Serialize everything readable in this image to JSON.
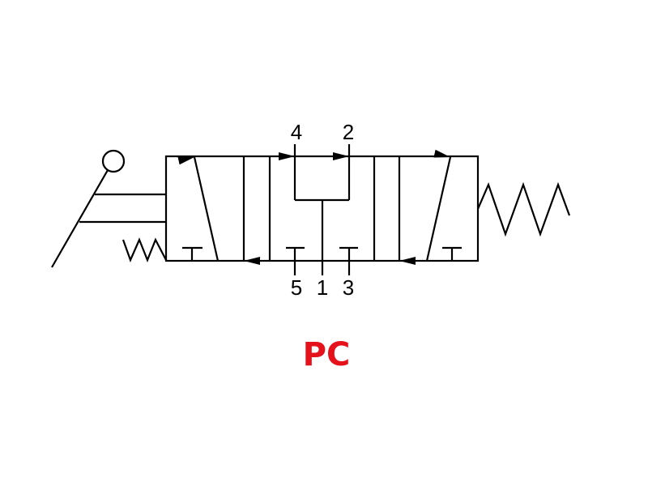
{
  "symbol": {
    "ports_top": [
      {
        "id": "port-4",
        "label": "4"
      },
      {
        "id": "port-2",
        "label": "2"
      }
    ],
    "ports_bottom": [
      {
        "id": "port-5",
        "label": "5"
      },
      {
        "id": "port-1",
        "label": "1"
      },
      {
        "id": "port-3",
        "label": "3"
      }
    ],
    "actuator_left": "roller-lever-icon",
    "return_left": "spring-icon",
    "return_right": "spring-icon",
    "positions": 3
  },
  "code": {
    "label": "PC",
    "color": "#e5121c"
  },
  "colors": {
    "line": "#000000",
    "background": "#ffffff"
  }
}
